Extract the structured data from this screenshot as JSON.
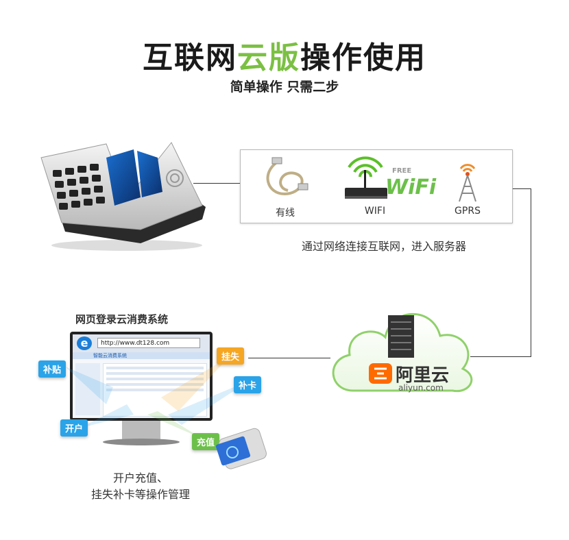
{
  "title": {
    "part1": "互联网",
    "part2": "云版",
    "part3": "操作使用"
  },
  "subtitle": "简单操作 只需二步",
  "network": {
    "wired": "有线",
    "wifi": "WIFI",
    "wifi_badge_free": "FREE",
    "wifi_badge": "WiFi",
    "gprs": "GPRS",
    "caption": "通过网络连接互联网，进入服务器"
  },
  "cloud": {
    "brand": "阿里云",
    "domain": "aliyun.com"
  },
  "web": {
    "heading": "网页登录云消费系统",
    "url": "http://www.dt128.com",
    "app_title": "智能云消费系统",
    "tags": {
      "subsidy": "补贴",
      "lost": "挂失",
      "reissue": "补卡",
      "open": "开户",
      "recharge": "充值"
    },
    "caption_line1": "开户充值、",
    "caption_line2": "挂失补卡等操作管理"
  },
  "colors": {
    "accent_green": "#7bc043",
    "tag_blue": "#2aa3e8",
    "tag_orange": "#f5a623",
    "tag_green": "#6cc04a",
    "ali_orange": "#ff6a00"
  }
}
